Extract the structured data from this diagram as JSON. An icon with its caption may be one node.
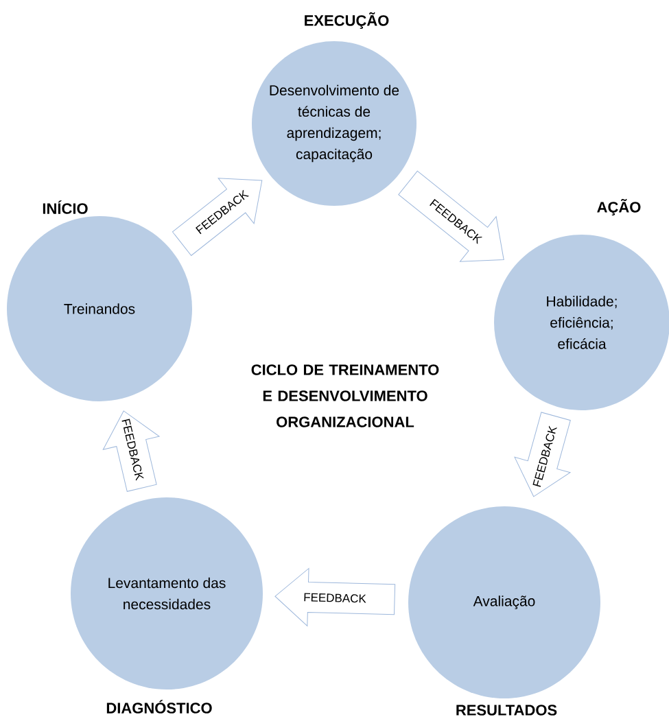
{
  "diagram": {
    "title": "CICLO DE TREINAMENTO E DESENVOLVIMENTO ORGANIZACIONAL",
    "nodes": [
      {
        "text": [
          "INÍCIO",
          "Treinandos"
        ]
      },
      {
        "text": [
          "EXECUÇÃO",
          "Desenvolvimento de técnicas de aprendizagem; capacitação"
        ]
      },
      {
        "text": [
          "AÇÃO",
          "Habilidade; eficiência; eficácia"
        ]
      },
      {
        "text": [
          "Avaliação",
          "RESULTADOS"
        ]
      },
      {
        "text": [
          "Levantamento das necessidades",
          "DIAGNÓSTICO"
        ]
      }
    ],
    "edges": [
      {
        "from": 0,
        "to": 1,
        "arrow": "to",
        "label": "FEEDBACK"
      },
      {
        "from": 1,
        "to": 2,
        "arrow": "to",
        "label": "FEEDBACK"
      },
      {
        "from": 2,
        "to": 3,
        "arrow": "to",
        "label": "FEEDBACK"
      },
      {
        "from": 3,
        "to": 4,
        "arrow": "to",
        "label": "FEEDBACK"
      },
      {
        "from": 4,
        "to": 0,
        "arrow": "to",
        "label": "FEEDBACK"
      }
    ]
  }
}
